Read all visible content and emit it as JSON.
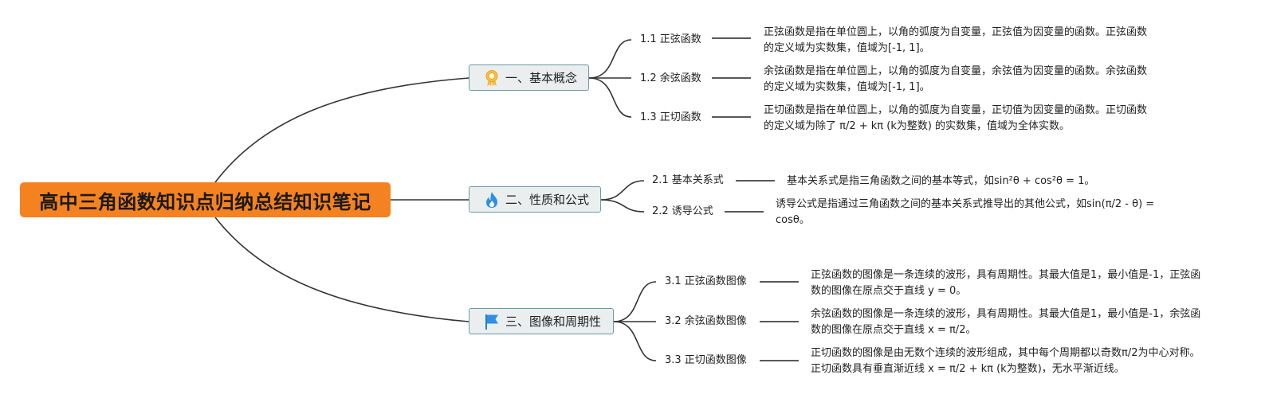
{
  "root": {
    "title": "高中三角函数知识点归纳总结知识笔记",
    "color": "#f58220"
  },
  "branches": [
    {
      "label": "一、基本概念",
      "icon": "award-ribbon-icon",
      "items": [
        {
          "label": "1.1 正弦函数",
          "desc": "正弦函数是指在单位圆上，以角的弧度为自变量，正弦值为因变量的函数。正弦函数的定义域为实数集，值域为[-1, 1]。"
        },
        {
          "label": "1.2 余弦函数",
          "desc": "余弦函数是指在单位圆上，以角的弧度为自变量，余弦值为因变量的函数。余弦函数的定义域为实数集，值域为[-1, 1]。"
        },
        {
          "label": "1.3 正切函数",
          "desc": "正切函数是指在单位圆上，以角的弧度为自变量，正切值为因变量的函数。正切函数的定义域为除了 π/2 + kπ (k为整数) 的实数集，值域为全体实数。"
        }
      ]
    },
    {
      "label": "二、性质和公式",
      "icon": "flame-icon",
      "items": [
        {
          "label": "2.1 基本关系式",
          "desc": "基本关系式是指三角函数之间的基本等式，如sin²θ + cos²θ = 1。"
        },
        {
          "label": "2.2 诱导公式",
          "desc": "诱导公式是指通过三角函数之间的基本关系式推导出的其他公式，如sin(π/2 - θ) = cosθ。"
        }
      ]
    },
    {
      "label": "三、图像和周期性",
      "icon": "flag-icon",
      "items": [
        {
          "label": "3.1 正弦函数图像",
          "desc": "正弦函数的图像是一条连续的波形，具有周期性。其最大值是1，最小值是-1，正弦函数的图像在原点交于直线 y = 0。"
        },
        {
          "label": "3.2 余弦函数图像",
          "desc": "余弦函数的图像是一条连续的波形，具有周期性。其最大值是1，最小值是-1，余弦函数的图像在原点交于直线 x = π/2。"
        },
        {
          "label": "3.3 正切函数图像",
          "desc": "正切函数的图像是由无数个连续的波形组成，其中每个周期都以奇数π/2为中心对称。正切函数具有垂直渐近线 x = π/2 + kπ (k为整数)，无水平渐近线。"
        }
      ]
    }
  ]
}
